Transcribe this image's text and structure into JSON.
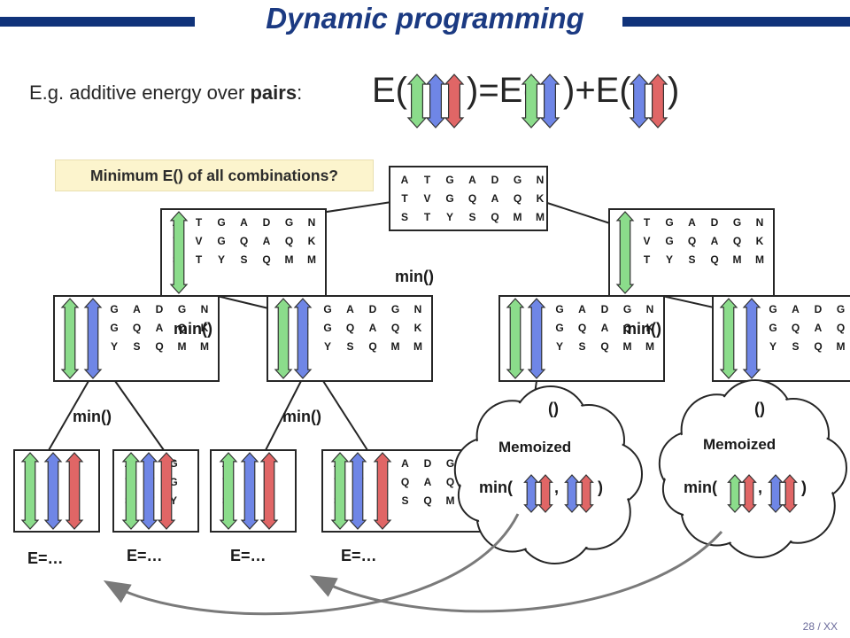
{
  "header": {
    "title": "Dynamic programming",
    "bar_color": "#10337a"
  },
  "intro": {
    "prefix": "E.g. additive energy over ",
    "emphasis": "pairs",
    "suffix": ":"
  },
  "equation": {
    "lhs": "E(",
    "mid1": ")=E(",
    "mid2": ")+E(",
    "end": ")"
  },
  "callout": "Minimum E() of all combinations?",
  "labels": {
    "min": "min()",
    "energy": "E=…",
    "memo": "Memoized",
    "memo_min": "min(",
    "memo_sep": ",",
    "memo_close": ")",
    "partial_min": "()"
  },
  "sequence": [
    [
      "A",
      "T",
      "G",
      "A",
      "D",
      "G",
      "N"
    ],
    [
      "T",
      "V",
      "G",
      "Q",
      "A",
      "Q",
      "K"
    ],
    [
      "S",
      "T",
      "Y",
      "S",
      "Q",
      "M",
      "M"
    ]
  ],
  "colors": {
    "green": "#8bdc8b",
    "blue": "#6f86e6",
    "red": "#e06666",
    "callout_bg": "#fcf4cd"
  },
  "footer": {
    "page": "28 / XX"
  }
}
